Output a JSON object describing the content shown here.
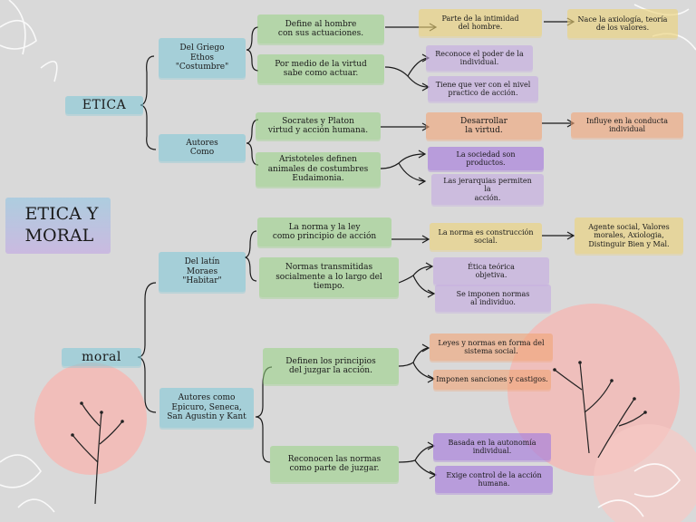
{
  "title": "ETICA Y\nMORAL",
  "etica": {
    "label": "ETICA",
    "origin": "Del Griego\nEthos\n\"Costumbre\"",
    "authors": "Autores\nComo",
    "define": "Define al hombre\ncon sus actuaciones.",
    "virtud": "Por medio de la virtud\nsabe como actuar.",
    "intimidad": "Parte de la intimidad\ndel hombre.",
    "axiologia": "Nace la axiología, teoría\nde los valores.",
    "reconoce": "Reconoce el poder de la\nindividual.",
    "nivel": "Tiene que ver con el nivel\npractico de acción.",
    "socrates": "Socrates y Platon\nvirtud y acción humana.",
    "aristoteles": "Aristoteles definen\nanimales de costumbres\nEudaimonia.",
    "desarrollar": "Desarrollar\nla virtud.",
    "influye": "Influye en la conducta\nindividual",
    "sociedad": "La sociedad son\nproductos.",
    "jerarquias": "Las jerarquias permiten\nla\nacción."
  },
  "moral": {
    "label": "moral",
    "origin": "Del latín\nMoraes\n\"Habitar\"",
    "authors": "Autores como\nEpicuro, Seneca,\nSan Agustin y Kant",
    "norma": "La norma y la ley\ncomo principio de acción",
    "construccion": "La norma es construcción\nsocial.",
    "agente": "Agente social, Valores\nmorales, Axiologia,\nDistinguir Bien y Mal.",
    "normas_transmitidas": "Normas transmitidas\nsocialmente a lo largo del\ntiempo.",
    "etica_teorica": "Ética teórica\nobjetiva.",
    "imponen_normas": "Se imponen normas\nal individuo.",
    "definen": "Definen los principios\ndel juzgar la acción.",
    "leyes": "Leyes y normas en forma del\nsistema social.",
    "sanciones": "Imponen sanciones y castigos.",
    "reconocen": "Reconocen las normas\ncomo parte de juzgar.",
    "autonomia": "Basada en la autonomía\nindividual.",
    "control": "Exige control de la acción\nhumana."
  },
  "colors": {
    "green": "#96d282",
    "yellow": "#ecd278",
    "lavender": "#c3aae1",
    "purple": "#aa82dc",
    "orange": "#f0a578",
    "teal": "#82c8d7",
    "pink_circle": "#f4b8b4",
    "background": "#d9d9d9"
  },
  "icons": [
    "branch-flower-decoration",
    "circle-decoration",
    "white-leaf-decoration"
  ]
}
